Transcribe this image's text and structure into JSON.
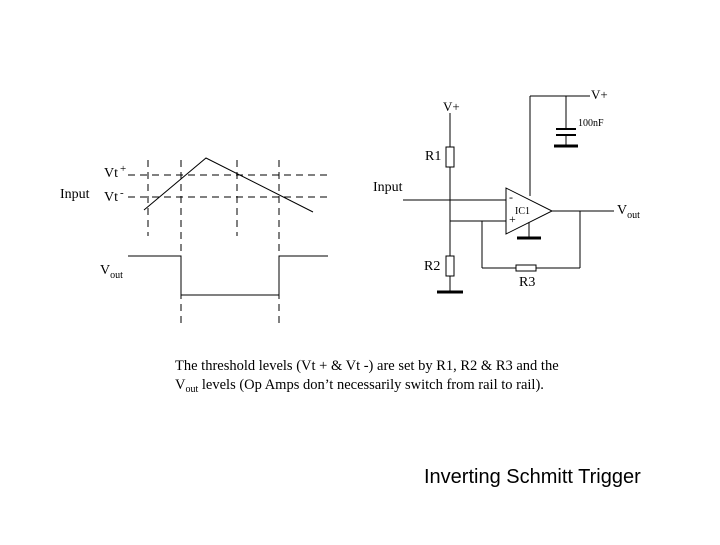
{
  "title": "Inverting Schmitt Trigger",
  "caption": {
    "line1": "The threshold levels (Vt + & Vt -) are set by R1, R2 & R3 and the",
    "line2_prefix": "V",
    "line2_sub": "out",
    "line2_rest": " levels (Op Amps don’t necessarily switch from rail to rail)."
  },
  "waveform": {
    "input_label": "Input",
    "vt_plus_label": "Vt",
    "vt_plus_sup": "+",
    "vt_minus_label": "Vt",
    "vt_minus_sup": "-",
    "vout_label": "V",
    "vout_sub": "out"
  },
  "circuit": {
    "vplus_left": "V+",
    "vplus_right": "V+",
    "capacitor_label": "100nF",
    "r1_label": "R1",
    "r2_label": "R2",
    "r3_label": "R3",
    "input_label": "Input",
    "opamp_label": "IC1",
    "opamp_minus": "-",
    "opamp_plus": "+",
    "vout_label": "V",
    "vout_sub": "out"
  }
}
